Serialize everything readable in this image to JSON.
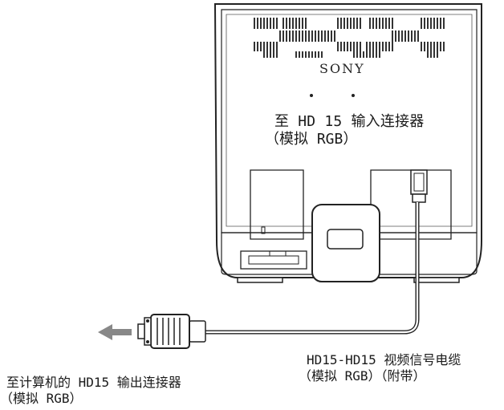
{
  "brand": "SONY",
  "monitor_label": {
    "line1": "至 HD 15 输入连接器",
    "line2": "（模拟 RGB）"
  },
  "cable_label": {
    "line1": "HD15-HD15 视频信号电缆",
    "line2": "（模拟 RGB）（附带）"
  },
  "computer_label": {
    "line1": "至计算机的 HD15 输出连接器",
    "line2": "（模拟 RGB）"
  },
  "icons": [
    "arrow-left-icon",
    "vga-plug-icon"
  ]
}
